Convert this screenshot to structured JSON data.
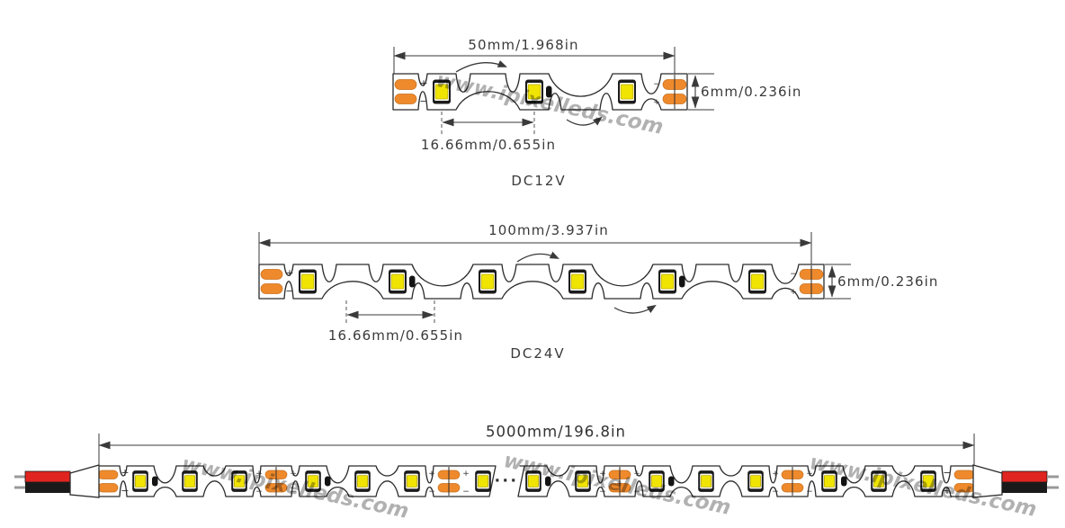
{
  "watermark": "www.ipixelleds.com",
  "ellipsis": "···",
  "polarity": {
    "plus": "+",
    "minus": "−"
  },
  "diagrams": {
    "dc12v": {
      "name": "DC12V",
      "length": "50mm/1.968in",
      "width": "6mm/0.236in",
      "led_pitch": "16.66mm/0.655in",
      "led_count": 3
    },
    "dc24v": {
      "name": "DC24V",
      "length": "100mm/3.937in",
      "width": "6mm/0.236in",
      "led_pitch": "16.66mm/0.655in",
      "led_count": 6
    },
    "reel": {
      "length": "5000mm/196.8in",
      "led_groups_left": [
        3,
        3,
        1
      ],
      "led_groups_right": [
        2,
        3,
        3
      ]
    }
  },
  "colors": {
    "outline": "#2B2B2B",
    "pad_orange": "#EF8A2C",
    "pad_orange_stroke": "#C9701B",
    "led_yellow": "#F0E402",
    "led_yellow_stroke": "#BFAE00",
    "led_body": "#1B1B1B",
    "led_inner": "#FAFAF3",
    "resistor": "#141414",
    "dim": "#3A3A3A",
    "wire_red": "#E02420",
    "wire_black": "#1A1A1A",
    "wire_tip": "#999999",
    "watermark": "#DE8F45"
  }
}
